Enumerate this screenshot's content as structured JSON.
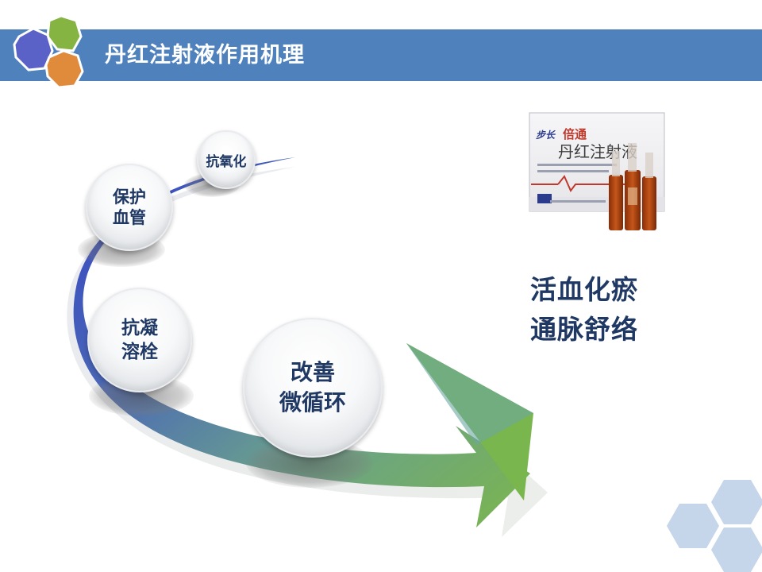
{
  "header": {
    "title": "丹红注射液作用机理"
  },
  "colors": {
    "header_bar": "#4f81bd",
    "hex_blue": "#5a62c7",
    "hex_green": "#86b442",
    "hex_orange": "#e08a3c",
    "arrow_blue": "#3f52c4",
    "arrow_green": "#7ab64e",
    "text_dark_blue": "#1f3864",
    "deco_hex": "#c5d5ea"
  },
  "mechanisms": [
    {
      "id": "antioxidant",
      "label": "抗氧化"
    },
    {
      "id": "protect-vessels",
      "label": "保护\n血管"
    },
    {
      "id": "anticoagulant",
      "label": "抗凝\n溶栓"
    },
    {
      "id": "microcirculation",
      "label": "改善\n微循环"
    }
  ],
  "product": {
    "brand": "步长",
    "sub_brand": "倍通",
    "name": "丹红注射液"
  },
  "result": {
    "line1": "活血化瘀",
    "line2": "通脉舒络"
  }
}
